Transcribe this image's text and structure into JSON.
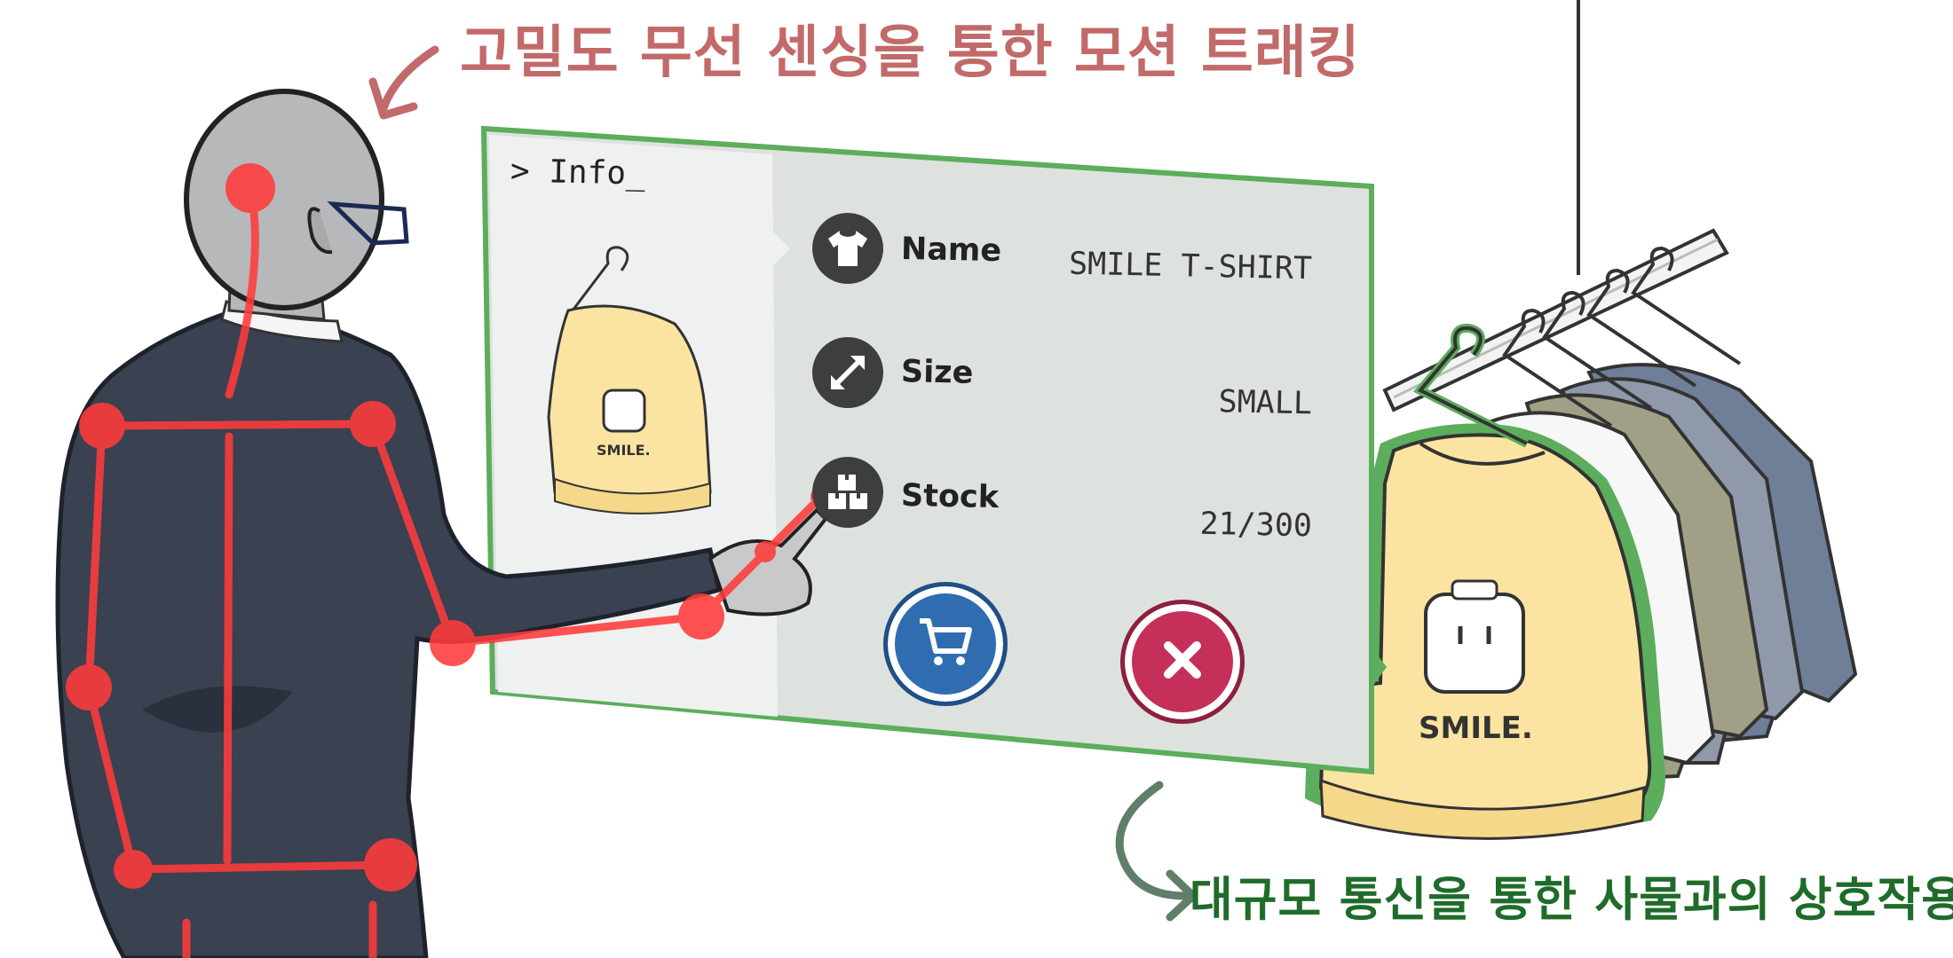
{
  "captions": {
    "top": "고밀도 무선 센싱을 통한 모션 트래킹",
    "bottom": "대규모 통신을 통한 사물과의 상호작용"
  },
  "panel": {
    "prompt": "> Info_",
    "rows": [
      {
        "label": "Name",
        "value": "SMILE T-SHIRT",
        "icon": "tshirt-icon"
      },
      {
        "label": "Size",
        "value": "SMALL",
        "icon": "resize-arrows-icon"
      },
      {
        "label": "Stock",
        "value": "21/300",
        "icon": "boxes-icon"
      }
    ],
    "actions": {
      "cart_icon": "cart-icon",
      "close_icon": "close-icon"
    }
  },
  "garment_text": "SMILE.",
  "colors": {
    "panel_border": "#5cad5c",
    "panel_bg": "#dde2de",
    "panel_left_bg": "#eef1ef",
    "tracking_red": "#ff3b3b",
    "suit": "#3a4150",
    "cart_blue": "#2f6db0",
    "close_red": "#c4305a",
    "caption_top": "#c26a6a",
    "caption_bottom": "#1f6b2a"
  }
}
